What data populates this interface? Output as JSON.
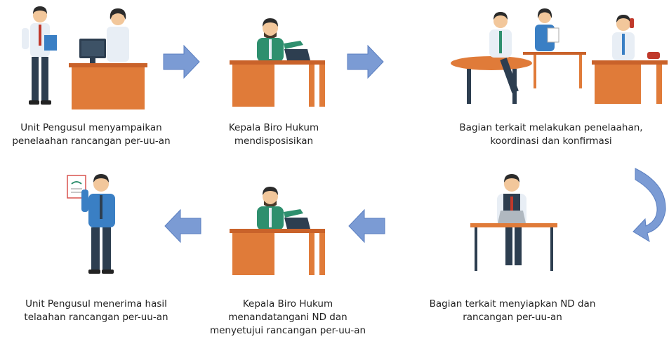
{
  "steps": [
    {
      "id": 1,
      "lines": [
        "Unit Pengusul menyampaikan",
        "penelaahan rancangan per-uu-an"
      ]
    },
    {
      "id": 2,
      "lines": [
        "Kepala Biro Hukum",
        "mendisposisikan"
      ]
    },
    {
      "id": 3,
      "lines": [
        "Bagian terkait melakukan penelaahan,",
        "koordinasi dan konfirmasi"
      ]
    },
    {
      "id": 4,
      "lines": [
        "Bagian terkait menyiapkan ND dan",
        "rancangan per-uu-an"
      ]
    },
    {
      "id": 5,
      "lines": [
        "Kepala Biro Hukum",
        "menandatangani ND dan",
        "menyetujui rancangan per-uu-an"
      ]
    },
    {
      "id": 6,
      "lines": [
        "Unit Pengusul menerima hasil",
        "telaahan rancangan per-uu-an"
      ]
    }
  ],
  "colors": {
    "arrow": "#7b9bd4",
    "arrow_stroke": "#5b7fc0",
    "desk": "#e07b39",
    "desk_top": "#c9622a",
    "shirt_white": "#e8eef5",
    "shirt_blue": "#3a7fc4",
    "shirt_green": "#2e8f6e",
    "pants": "#2d3e50",
    "skin": "#f2c79b",
    "hair": "#2b2b2b"
  }
}
